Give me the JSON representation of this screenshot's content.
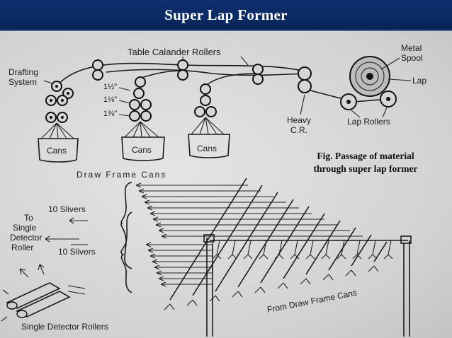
{
  "slide": {
    "title": "Super Lap Former"
  },
  "figure": {
    "caption_line1": "Fig. Passage of material",
    "caption_line2": "through super lap former",
    "labels": {
      "table_calander_rollers": "Table Calander Rollers",
      "metal_spool": "Metal\nSpool",
      "metal_spool_l1": "Metal",
      "metal_spool_l2": "Spool",
      "lap": "Lap",
      "drafting_system_l1": "Drafting",
      "drafting_system_l2": "System",
      "roller_size_1": "1½\"",
      "roller_size_2": "1⅛\"",
      "roller_size_3": "1⅜\"",
      "heavy_cr_l1": "Heavy",
      "heavy_cr_l2": "C.R.",
      "lap_rollers": "Lap Rollers",
      "cans_1": "Cans",
      "cans_2": "Cans",
      "cans_3": "Cans",
      "draw_frame_cans": "Draw Frame Cans",
      "slivers_top": "10 Slivers",
      "to_single_detector_l1": "To",
      "to_single_detector_l2": "Single",
      "to_single_detector_l3": "Detector",
      "to_single_detector_l4": "Roller",
      "slivers_bottom": "10 Slivers",
      "from_draw_frame_cans": "From Draw Frame Cans",
      "single_detector_rollers": "Single Detector Rollers"
    }
  }
}
